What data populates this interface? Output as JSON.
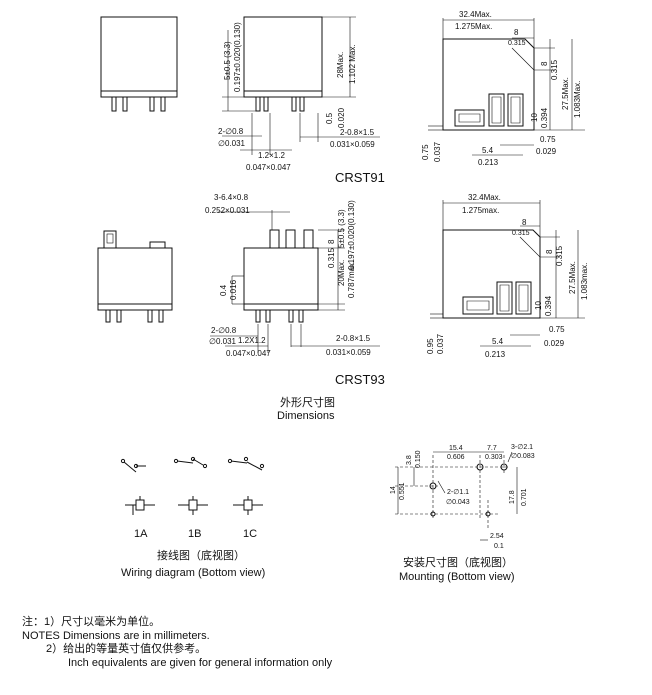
{
  "models": {
    "crst91": "CRST91",
    "crst93": "CRST93"
  },
  "dims_caption": {
    "cn": "外形尺寸图",
    "en": "Dimensions"
  },
  "crst91": {
    "width_mm": "32.4Max.",
    "width_in": "1.275Max.",
    "top_8": "8",
    "top_8_in": "0.315",
    "right_8": "8",
    "right_8_in": "0.315",
    "right_27_5": "27.5Max.",
    "right_27_5_in": "1.083Max.",
    "right_10": "10",
    "right_10_in": "0.394",
    "bot_0_75": "0.75",
    "bot_0_75_in": "0.029",
    "bot_5_4": "5.4",
    "bot_5_4_in": "0.213",
    "left_0_75": "0.75",
    "left_0_75_in": "0.037",
    "front_5": "5±0.5 (3.3)",
    "front_5_in": "0.197±0.020(0.130)",
    "front_28": "28Max.",
    "front_28_in": "1.102 Max.",
    "front_0_5": "0.5",
    "front_0_5_in": "0.020",
    "hole_d": "2-∅0.8",
    "hole_d_in": "∅0.031",
    "pin_1_2": "1.2×1.2",
    "pin_1_2_in": "0.047×0.047",
    "pin_0_8": "2-0.8×1.5",
    "pin_0_8_in": "0.031×0.059"
  },
  "crst93": {
    "tab": "3-6.4×0.8",
    "tab_in": "0.252×0.031",
    "width_mm": "32.4Max.",
    "width_in": "1.275max.",
    "top_8": "8",
    "top_8_in": "0.315",
    "right_8": "8",
    "right_8_in": "0.315",
    "right_27_5": "27.5Max.",
    "right_27_5_in": "1.083max.",
    "right_10": "10",
    "right_10_in": "0.394",
    "bot_0_75": "0.75",
    "bot_0_75_in": "0.029",
    "bot_5_4": "5.4",
    "bot_5_4_in": "0.213",
    "left_0_95": "0.95",
    "left_0_95_in": "0.037",
    "front_8": "8",
    "front_8_in": "0.315",
    "front_20": "20Max.",
    "front_20_in": "0.787max.",
    "front_5": "5±0.5  (3.3)",
    "front_5_in": "0.197±0.020(0.130)",
    "front_0_4": "0.4",
    "front_0_4_in": "0.016",
    "hole_d": "2-∅0.8",
    "hole_d_in": "∅0.031",
    "pin_1_2": "1.2X1.2",
    "pin_1_2_in": "0.047×0.047",
    "pin_0_8": "2-0.8×1.5",
    "pin_0_8_in": "0.031×0.059"
  },
  "wiring": {
    "labels": [
      "1A",
      "1B",
      "1C"
    ],
    "caption_cn": "接线图（底视图）",
    "caption_en": "Wiring diagram (Bottom view)"
  },
  "mounting": {
    "d15_4": "15.4",
    "d15_4_in": "0.606",
    "d7_7": "7.7",
    "d7_7_in": "0.303",
    "holes": "3-∅2.1",
    "holes_in": "∅0.083",
    "d3_8": "3.8",
    "d3_8_in": "0.150",
    "d14": "14",
    "d14_in": "0.551",
    "d2_1": "2-∅1.1",
    "d2_1_in": "∅0.043",
    "d17_8": "17.8",
    "d17_8_in": "0.701",
    "d2_54": "2.54",
    "d2_54_in": "0.1",
    "caption_cn": "安装尺寸图（底视图）",
    "caption_en": "Mounting (Bottom view)"
  },
  "notes": {
    "n1_cn": "注：1）尺寸以毫米为单位。",
    "n1_en": "NOTES   Dimensions are in millimeters.",
    "n2_cn": "2）给出的等量英寸值仅供参考。",
    "n2_en": "Inch equivalents are given for general information only"
  }
}
